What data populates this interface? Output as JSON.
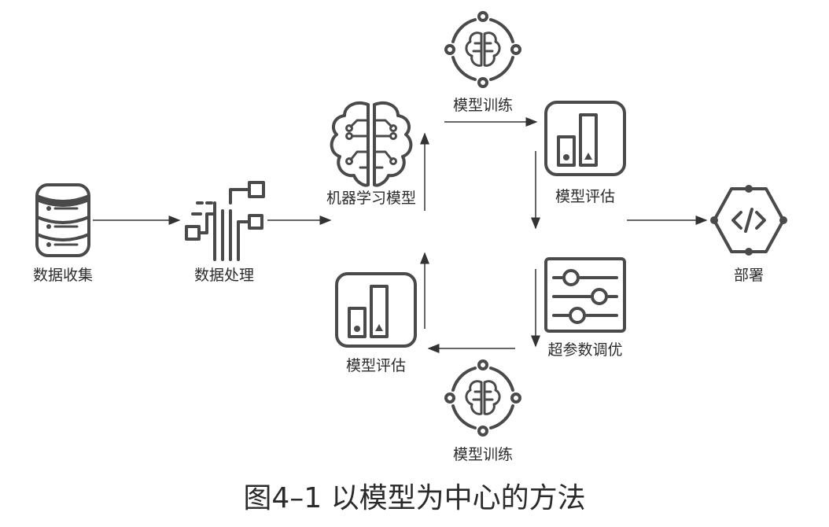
{
  "nodes": {
    "data_collection": {
      "label": "数据收集",
      "icon": "database-icon"
    },
    "data_processing": {
      "label": "数据处理",
      "icon": "circuit-connector-icon"
    },
    "ml_model": {
      "label": "机器学习模型",
      "icon": "brain-circuit-icon"
    },
    "model_training_top": {
      "label": "模型训练",
      "icon": "brain-cycle-icon"
    },
    "model_eval_right": {
      "label": "模型评估",
      "icon": "bar-chart-icon"
    },
    "deploy": {
      "label": "部署",
      "icon": "code-hexagon-icon"
    },
    "hyperparam_tuning": {
      "label": "超参数调优",
      "icon": "sliders-icon"
    },
    "model_training_bottom": {
      "label": "模型训练",
      "icon": "brain-cycle-icon"
    },
    "model_eval_left": {
      "label": "模型评估",
      "icon": "bar-chart-icon"
    }
  },
  "caption": "图4–1 以模型为中心的方法",
  "colors": {
    "icon": "#4a4a4a",
    "text": "#2b2b2b",
    "arrow": "#333333"
  }
}
